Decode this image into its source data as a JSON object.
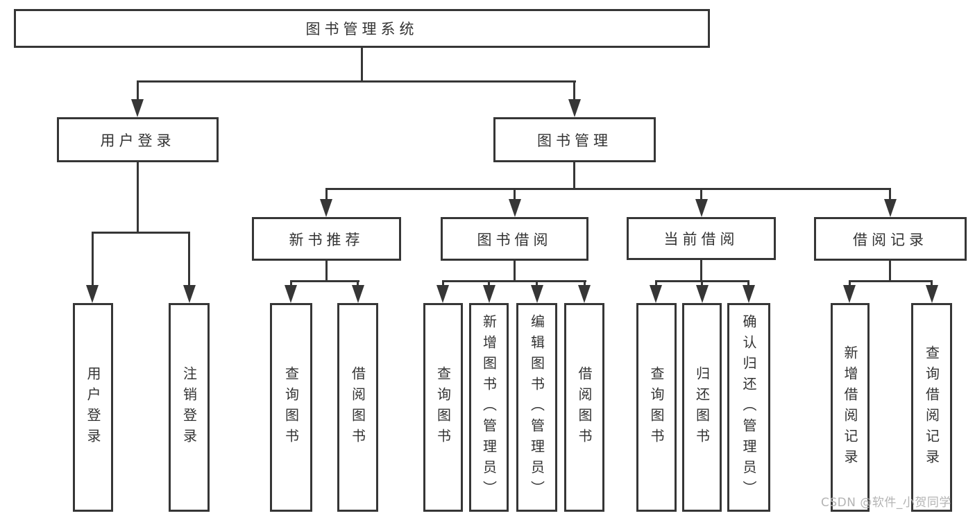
{
  "colors": {
    "line": "#363636",
    "text": "#333333",
    "node_bg": "#ffffff",
    "canvas_bg": "#ffffff",
    "watermark": "#b4b4b4"
  },
  "watermark": "CSDN @软件_小贺同学",
  "nodes": {
    "root": {
      "label": "图书管理系统"
    },
    "user_login": {
      "label": "用户登录"
    },
    "book_mgmt": {
      "label": "图书管理"
    },
    "new_book_rec": {
      "label": "新书推荐"
    },
    "book_borrow": {
      "label": "图书借阅"
    },
    "current_borrow": {
      "label": "当前借阅"
    },
    "borrow_records": {
      "label": "借阅记录"
    },
    "leaf_user_login": {
      "label": "用户登录"
    },
    "leaf_logout": {
      "label": "注销登录"
    },
    "leaf_rec_query_books": {
      "label": "查询图书"
    },
    "leaf_rec_borrow_books": {
      "label": "借阅图书"
    },
    "leaf_bb_query_books": {
      "label": "查询图书"
    },
    "leaf_bb_add_books": {
      "label": "新增图书（管理员）"
    },
    "leaf_bb_edit_books": {
      "label": "编辑图书（管理员）"
    },
    "leaf_bb_borrow_books": {
      "label": "借阅图书"
    },
    "leaf_cur_query_books": {
      "label": "查询图书"
    },
    "leaf_cur_return_books": {
      "label": "归还图书"
    },
    "leaf_cur_confirm_return": {
      "label": "确认归还（管理员）"
    },
    "leaf_br_add_records": {
      "label": "新增借阅记录"
    },
    "leaf_br_query_records": {
      "label": "查询借阅记录"
    }
  }
}
